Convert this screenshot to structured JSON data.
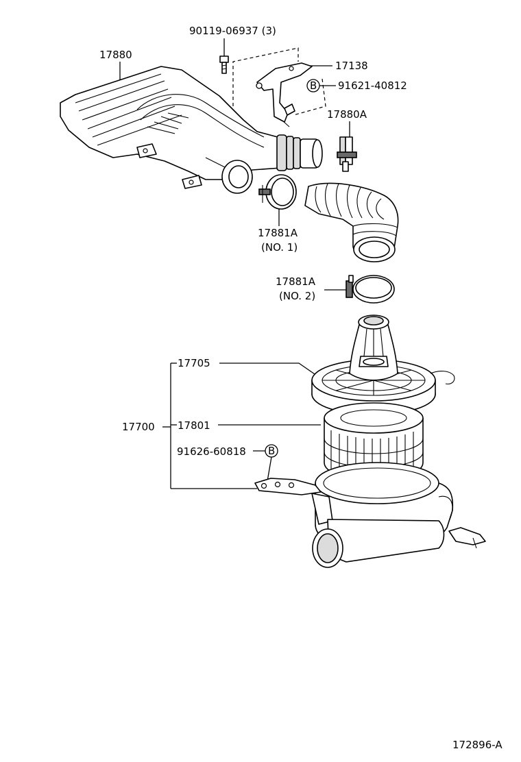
{
  "labels": {
    "bolt": "90119-06937 (3)",
    "air_cleaner_hose": "17880",
    "bracket": "17138",
    "bracket_bolt": "91621-40812",
    "clamp_a": "17880A",
    "clamp_no1_num": "17881A",
    "clamp_no1_sub": "(NO. 1)",
    "clamp_no2_num": "17881A",
    "clamp_no2_sub": "(NO. 2)",
    "cap_subassy": "17705",
    "element": "17801",
    "air_cleaner_assy": "17700",
    "case_bolt": "91626-60818",
    "ref_b": "B",
    "diagram_code": "172896-A"
  }
}
